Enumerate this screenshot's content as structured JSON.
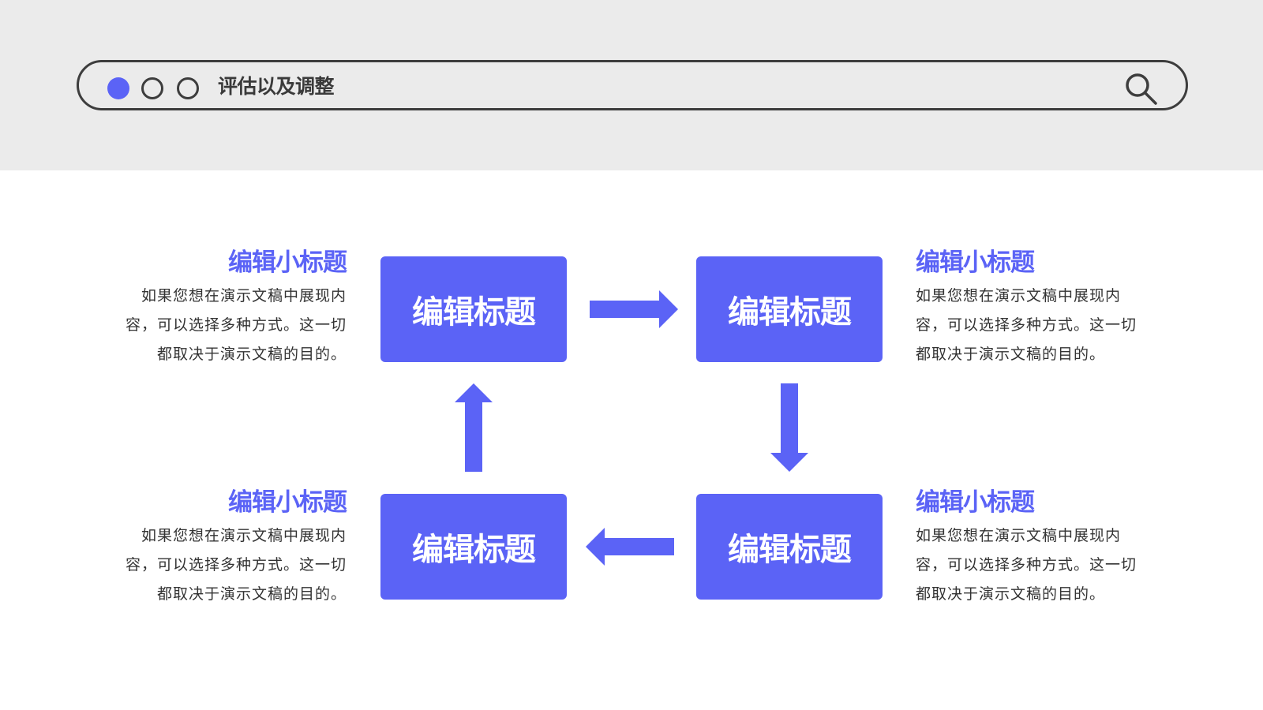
{
  "colors": {
    "accent": "#5b63f6",
    "band": "#ebebeb",
    "outline": "#3d3d3d",
    "body_text": "#333333"
  },
  "search_bar": {
    "title": "评估以及调整",
    "icons": [
      "dot-filled-icon",
      "dot-outline-icon",
      "dot-outline-icon",
      "search-icon"
    ]
  },
  "diagram": {
    "boxes": [
      {
        "label": "编辑标题"
      },
      {
        "label": "编辑标题"
      },
      {
        "label": "编辑标题"
      },
      {
        "label": "编辑标题"
      }
    ],
    "notes": [
      {
        "title": "编辑小标题",
        "lines": [
          "如果您想在演示文稿中展现内",
          "容，可以选择多种方式。这一切",
          "都取决于演示文稿的目的。"
        ]
      },
      {
        "title": "编辑小标题",
        "lines": [
          "如果您想在演示文稿中展现内",
          "容，可以选择多种方式。这一切",
          "都取决于演示文稿的目的。"
        ]
      },
      {
        "title": "编辑小标题",
        "lines": [
          "如果您想在演示文稿中展现内",
          "容，可以选择多种方式。这一切",
          "都取决于演示文稿的目的。"
        ]
      },
      {
        "title": "编辑小标题",
        "lines": [
          "如果您想在演示文稿中展现内",
          "容，可以选择多种方式。这一切",
          "都取决于演示文稿的目的。"
        ]
      }
    ],
    "arrows": [
      "arrow-right-icon",
      "arrow-down-icon",
      "arrow-left-icon",
      "arrow-up-icon"
    ]
  }
}
